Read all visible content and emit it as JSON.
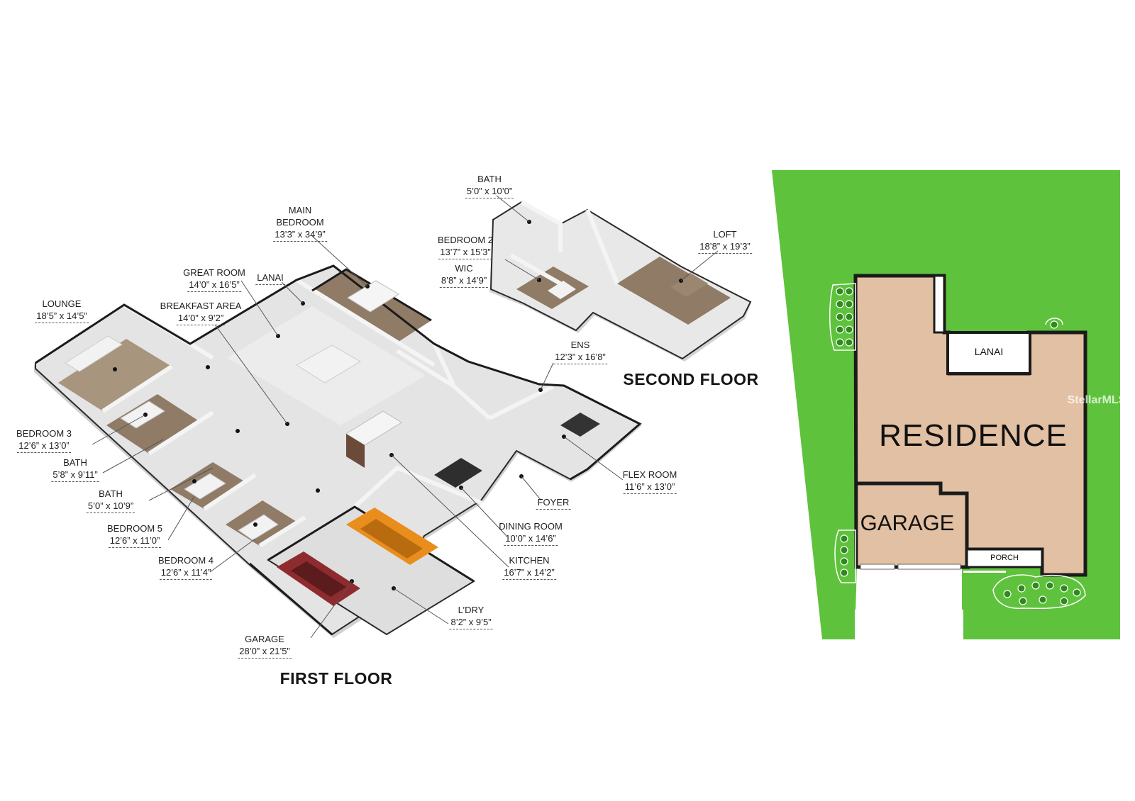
{
  "floors": {
    "first": "FIRST FLOOR",
    "second": "SECOND FLOOR"
  },
  "rooms": {
    "bath_up": {
      "name": "BATH",
      "dim": "5’0” x 10’0”"
    },
    "main_bedroom": {
      "name": "MAIN\nBEDROOM",
      "dim": "13’3” x 34’9”"
    },
    "bedroom2": {
      "name": "BEDROOM 2",
      "dim": "13’7” x 15’3”"
    },
    "wic": {
      "name": "WIC",
      "dim": "8’8” x 14’9”"
    },
    "loft": {
      "name": "LOFT",
      "dim": "18’8” x 19’3”"
    },
    "great_room": {
      "name": "GREAT ROOM",
      "dim": "14’0” x 16’5”"
    },
    "lanai": {
      "name": "LANAI",
      "dim": ""
    },
    "breakfast": {
      "name": "BREAKFAST AREA",
      "dim": "14’0” x 9’2”"
    },
    "lounge": {
      "name": "LOUNGE",
      "dim": "18’5” x 14’5”"
    },
    "ens": {
      "name": "ENS",
      "dim": "12’3” x 16’8”"
    },
    "bedroom3": {
      "name": "BEDROOM 3",
      "dim": "12’6” x 13’0”"
    },
    "bath1": {
      "name": "BATH",
      "dim": "5’8” x 9’11”"
    },
    "bath2": {
      "name": "BATH",
      "dim": "5’0” x 10’9”"
    },
    "flex": {
      "name": "FLEX ROOM",
      "dim": "11’6” x 13’0”"
    },
    "foyer": {
      "name": "FOYER",
      "dim": ""
    },
    "bedroom5": {
      "name": "BEDROOM 5",
      "dim": "12’6” x 11’0”"
    },
    "dining": {
      "name": "DINING ROOM",
      "dim": "10’0” x 14’6”"
    },
    "bedroom4": {
      "name": "BEDROOM 4",
      "dim": "12’6” x 11’4”"
    },
    "kitchen": {
      "name": "KITCHEN",
      "dim": "16’7” x 14’2”"
    },
    "laundry": {
      "name": "L’DRY",
      "dim": "8’2” x 9’5”"
    },
    "garage": {
      "name": "GARAGE",
      "dim": "28’0” x 21’5”"
    }
  },
  "site": {
    "residence": "RESIDENCE",
    "garage": "GARAGE",
    "lanai": "LANAI",
    "porch": "PORCH"
  },
  "watermark": "StellarMLS",
  "colors": {
    "lawn": "#5fc23d",
    "building": "#e2c0a3",
    "wall": "#1b1b1b",
    "floor_tile": "#e3e3e3",
    "carpet": "#8f7b66",
    "car_red": "#8e2b2e",
    "car_orange": "#e98e1d"
  }
}
